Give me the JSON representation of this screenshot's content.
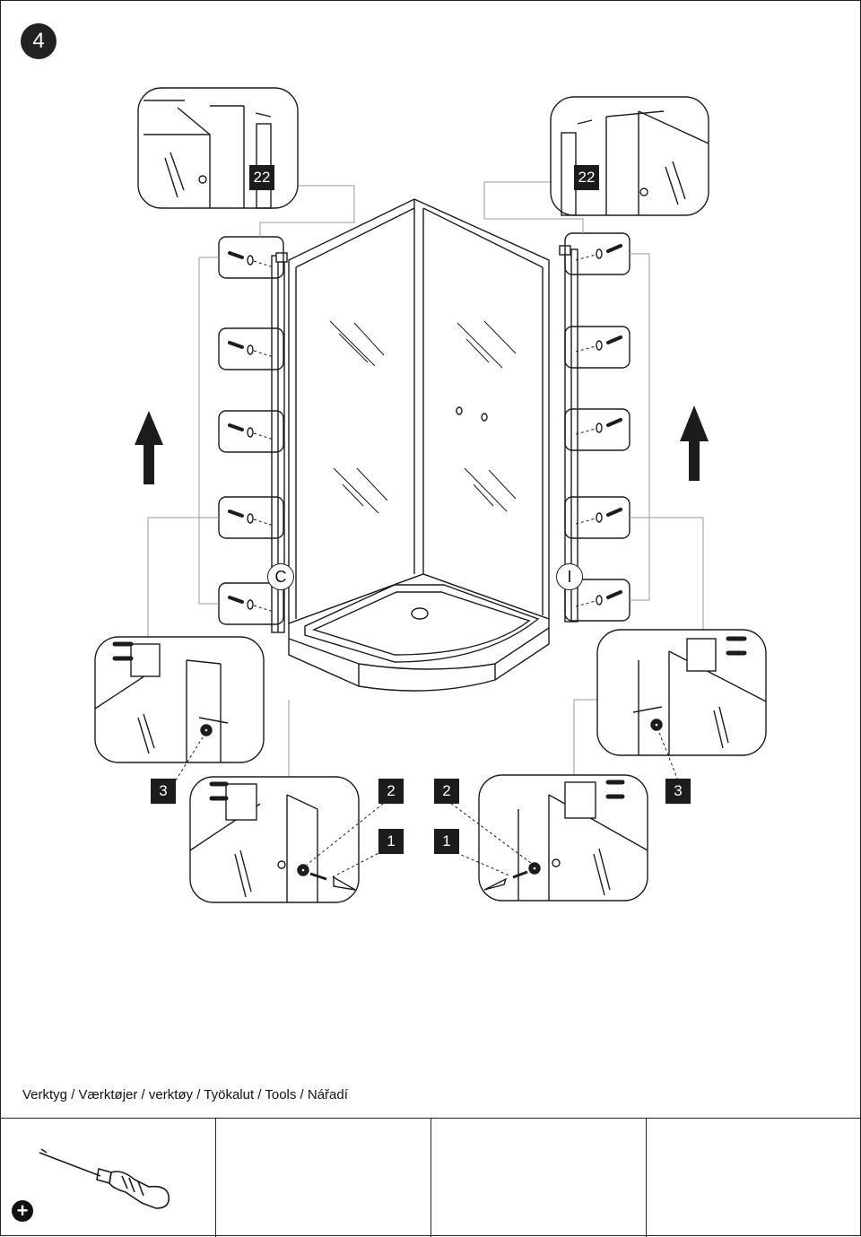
{
  "step": {
    "number": "4"
  },
  "labels": {
    "profile_left": "C",
    "profile_right": "I",
    "part_22_left": "22",
    "part_22_right": "22",
    "part_3_left": "3",
    "part_3_right": "3",
    "part_2_left": "2",
    "part_2_right": "2",
    "part_1_left": "1",
    "part_1_right": "1"
  },
  "tools": {
    "caption": "Verktyg / Værktøjer / verktøy / Työkalut / Tools / Nářadí",
    "items": [
      "screwdriver-icon"
    ]
  },
  "colors": {
    "ink": "#1c1c1c",
    "background": "#ffffff",
    "callout": "#999999"
  }
}
